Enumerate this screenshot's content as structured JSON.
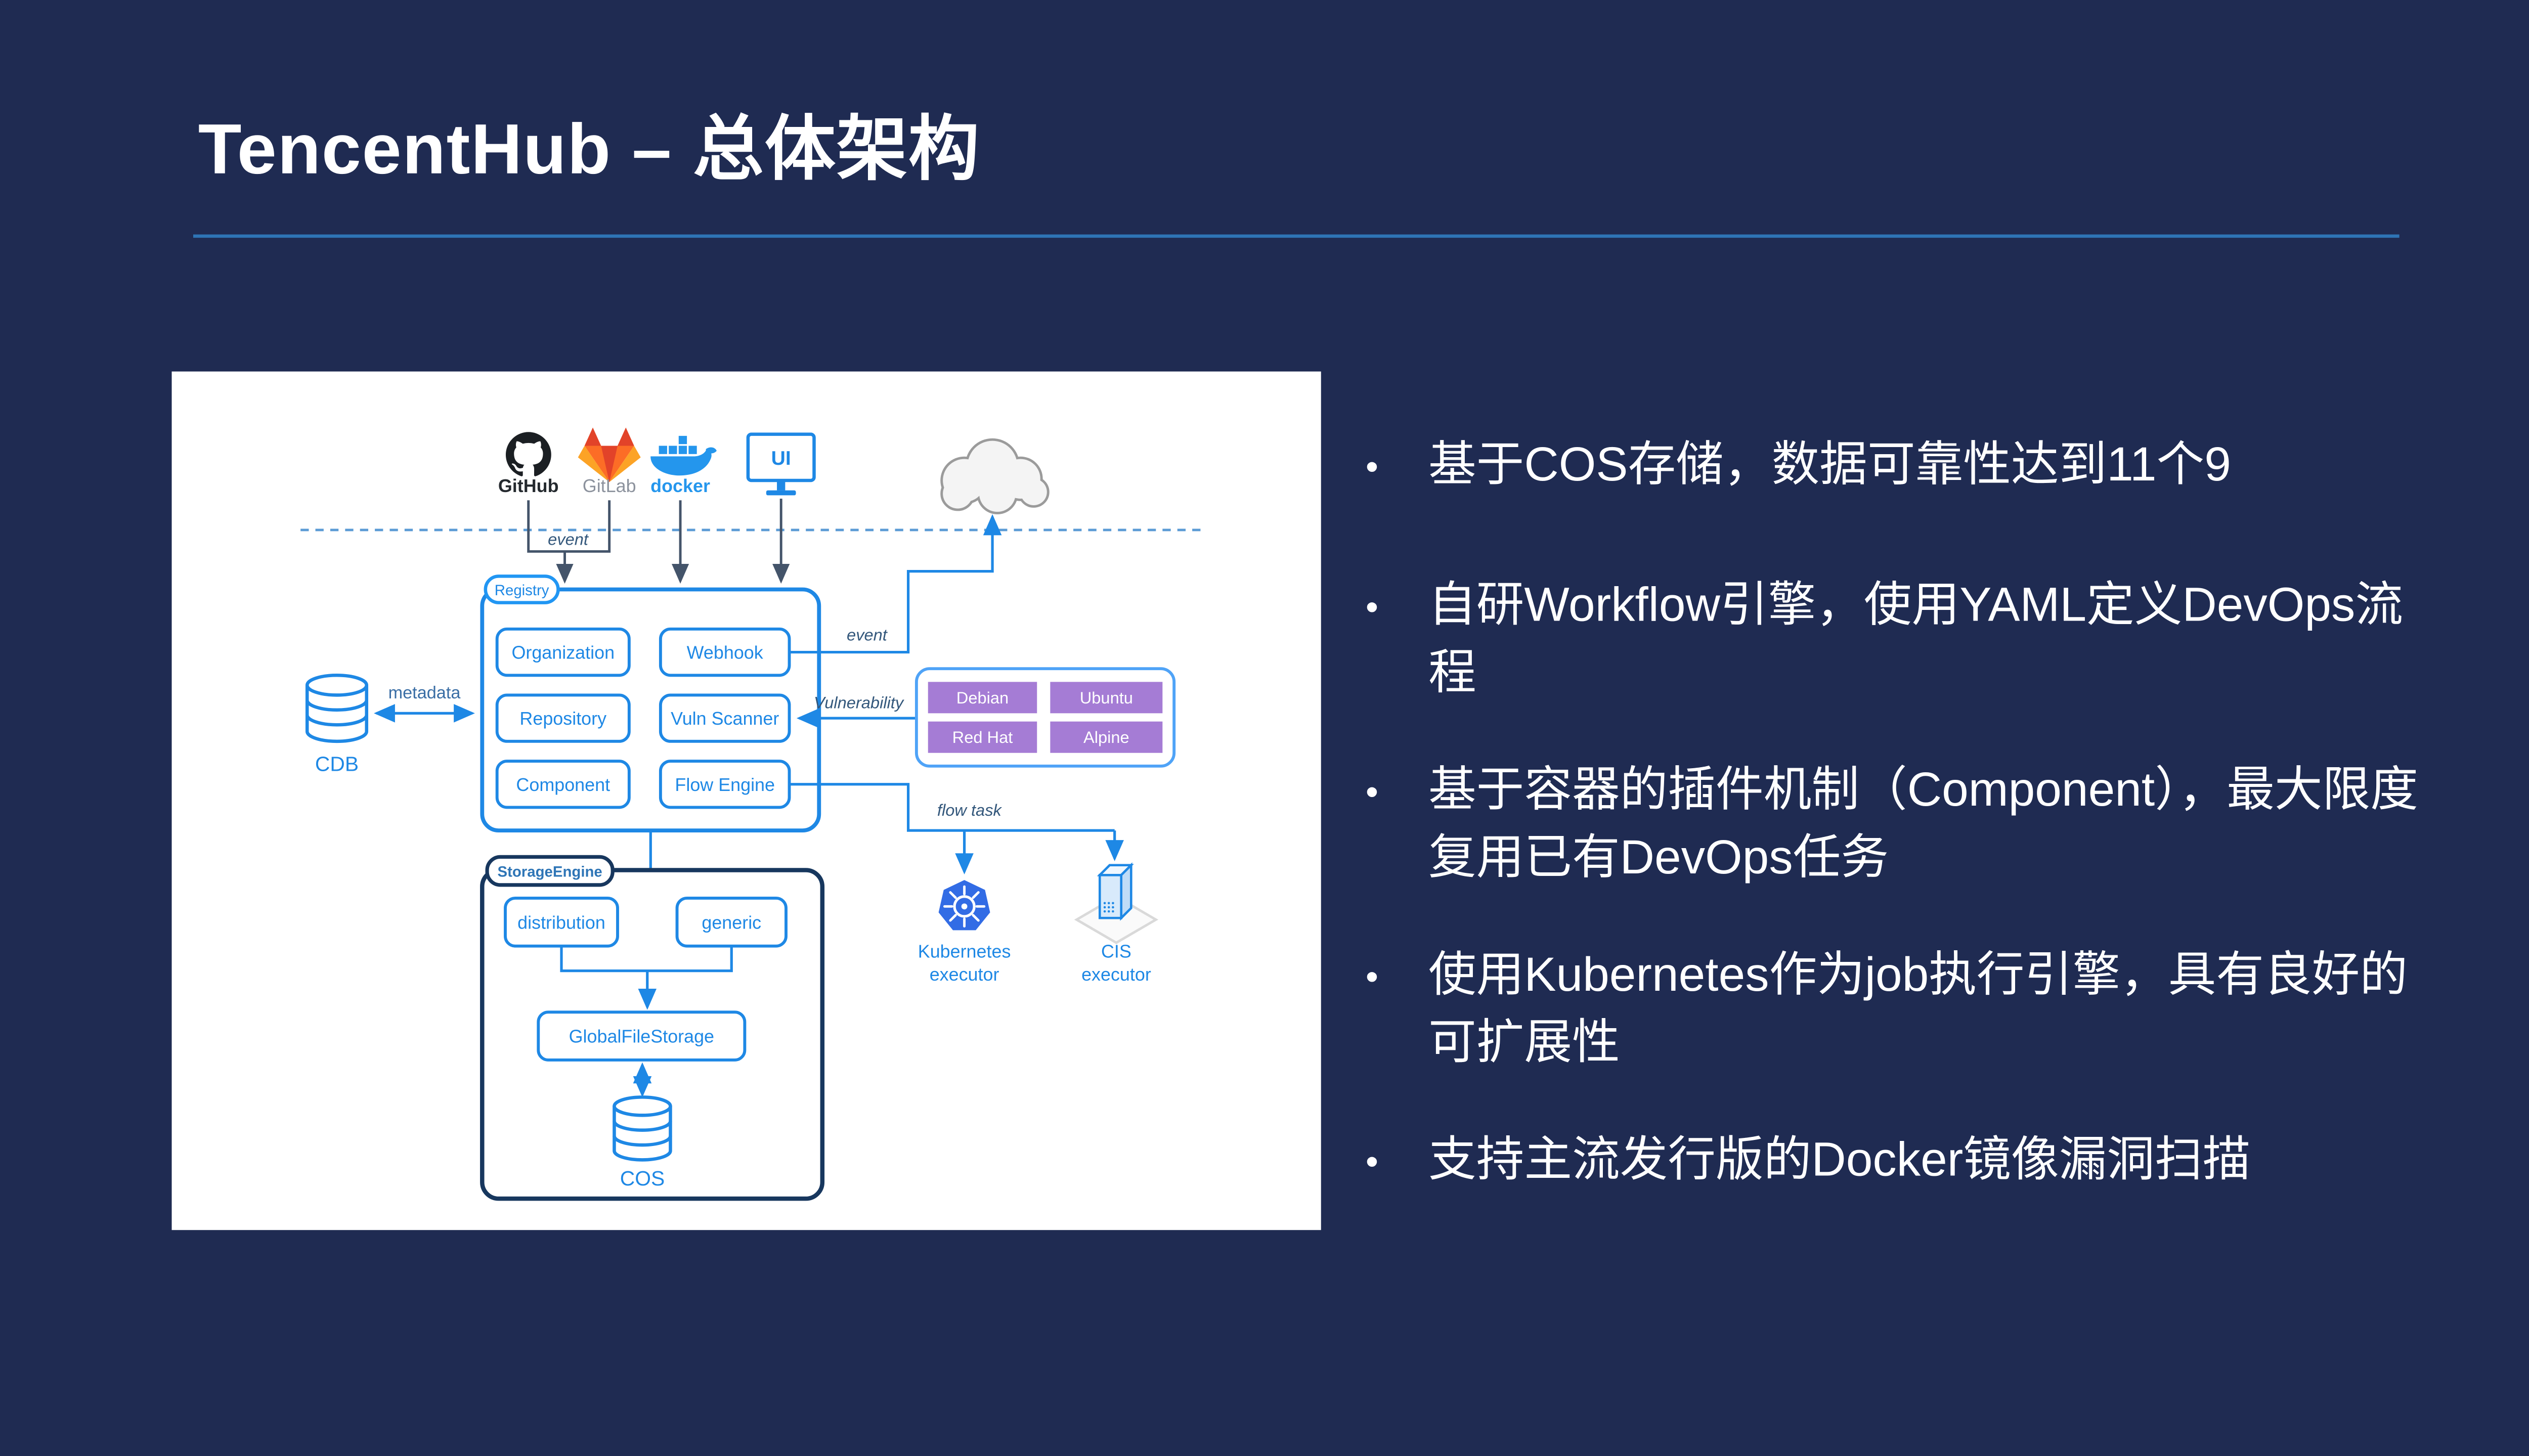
{
  "slide": {
    "title": "TencentHub – 总体架构"
  },
  "bullets": [
    "基于COS存储，数据可靠性达到11个9",
    "自研Workflow引擎，使用YAML定义DevOps流程",
    "基于容器的插件机制（Component），最大限度复用已有DevOps任务",
    "使用Kubernetes作为job执行引擎，具有良好的可扩展性",
    "支持主流发行版的Docker镜像漏洞扫描"
  ],
  "diagram": {
    "sources": {
      "github": "GitHub",
      "gitlab": "GitLab",
      "docker": "docker",
      "ui": "UI"
    },
    "labels": {
      "event_sources": "event",
      "event_webhook": "event",
      "metadata": "metadata",
      "vulnerability": "Vulnerability",
      "flow_task": "flow task"
    },
    "registry": {
      "tag": "Registry",
      "items": [
        "Organization",
        "Repository",
        "Component",
        "Webhook",
        "Vuln Scanner",
        "Flow Engine"
      ]
    },
    "scanner_targets": [
      "Debian",
      "Ubuntu",
      "Red Hat",
      "Alpine"
    ],
    "storage": {
      "tag": "StorageEngine",
      "items": [
        "distribution",
        "generic",
        "GlobalFileStorage"
      ],
      "cos": "COS"
    },
    "cdb": "CDB",
    "executors": {
      "k8s_line1": "Kubernetes",
      "k8s_line2": "executor",
      "cis_line1": "CIS",
      "cis_line2": "executor"
    }
  },
  "colors": {
    "background": "#1F2B52",
    "title_rule": "#2E74B5",
    "diagram_blue": "#1E88E5",
    "storage_border": "#17375E",
    "purple": "#A57CD5",
    "dashed_line": "#5B9BD5",
    "connector_dark": "#44546A",
    "docker_blue": "#2496ED",
    "kubernetes_blue": "#326CE5"
  }
}
